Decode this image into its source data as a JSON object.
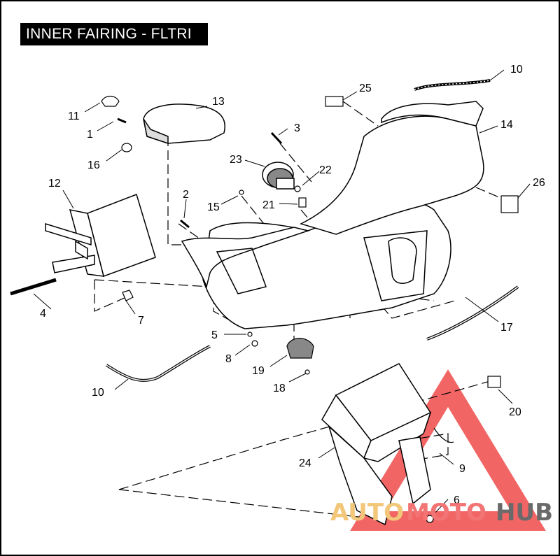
{
  "title": "INNER FAIRING - FLTRI",
  "watermark": {
    "part1": "AUTO",
    "part2": "MOTO",
    "part3": "HUB",
    "colors": {
      "auto": "#f2c77a",
      "moto": "#f27474",
      "hub": "#6a6a6a",
      "triangle": "#ef4a4a"
    }
  },
  "callouts": {
    "c1": "1",
    "c2": "2",
    "c3": "3",
    "c4": "4",
    "c5": "5",
    "c6": "6",
    "c7": "7",
    "c8": "8",
    "c9": "9",
    "c10a": "10",
    "c10b": "10",
    "c11": "11",
    "c12": "12",
    "c13": "13",
    "c14": "14",
    "c15": "15",
    "c16": "16",
    "c17": "17",
    "c18": "18",
    "c19": "19",
    "c20": "20",
    "c21": "21",
    "c22": "22",
    "c23": "23",
    "c24": "24",
    "c25": "25",
    "c26": "26"
  }
}
